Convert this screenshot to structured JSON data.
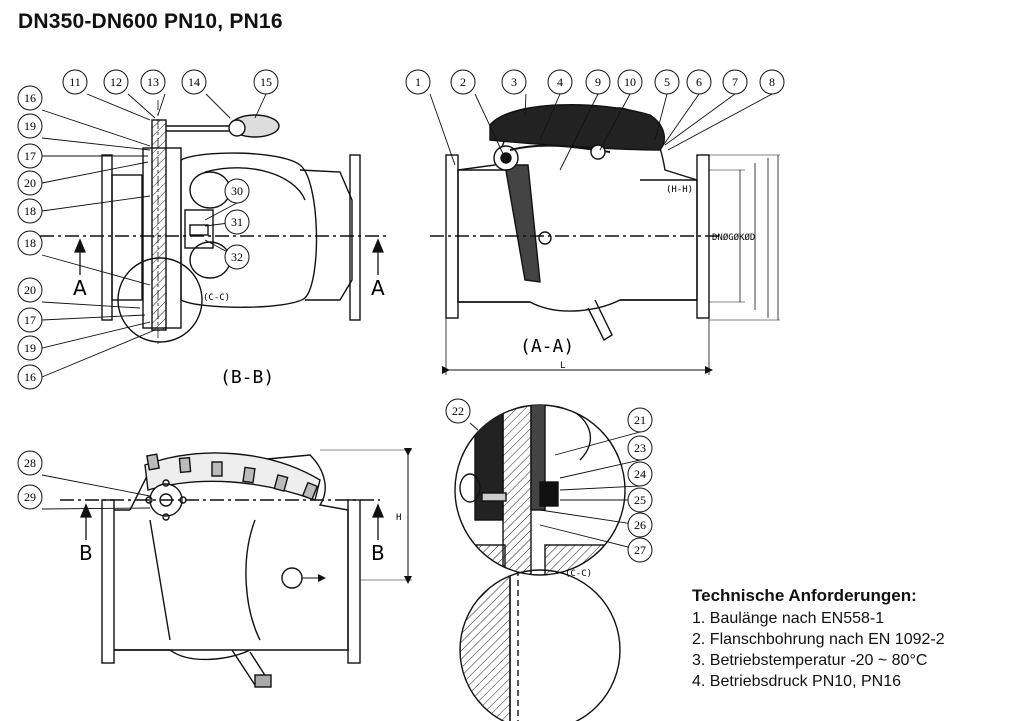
{
  "title": "DN350-DN600 PN10, PN16",
  "views": {
    "bb_label": "(B-B)",
    "aa_label": "(A-A)",
    "cc_label_top": "(C-C)",
    "cc_label_detail": "(C-C)",
    "hh_label": "(H-H)",
    "dims_label": "DNØGØKØD",
    "length_label": "L",
    "height_label": "H",
    "section_letter_a": "A",
    "section_letter_b": "B"
  },
  "callouts": {
    "tl_top": [
      "11",
      "12",
      "13",
      "14",
      "15"
    ],
    "tl_left": [
      "16",
      "19",
      "17",
      "20",
      "18",
      "18",
      "20",
      "17",
      "19",
      "16"
    ],
    "tl_mid": [
      "30",
      "31",
      "32"
    ],
    "tr_top": [
      "1",
      "2",
      "3",
      "4",
      "9",
      "10",
      "5",
      "6",
      "7",
      "8"
    ],
    "bl": [
      "28",
      "29"
    ],
    "detail": [
      "22",
      "21",
      "23",
      "24",
      "25",
      "26",
      "27"
    ]
  },
  "notes": {
    "heading": "Technische Anforderungen:",
    "items": [
      "1. Baulänge nach EN558-1",
      "2. Flanschbohrung nach EN 1092-2",
      "3. Betriebstemperatur -20 ~ 80°C",
      "4. Betriebsdruck PN10, PN16"
    ]
  }
}
